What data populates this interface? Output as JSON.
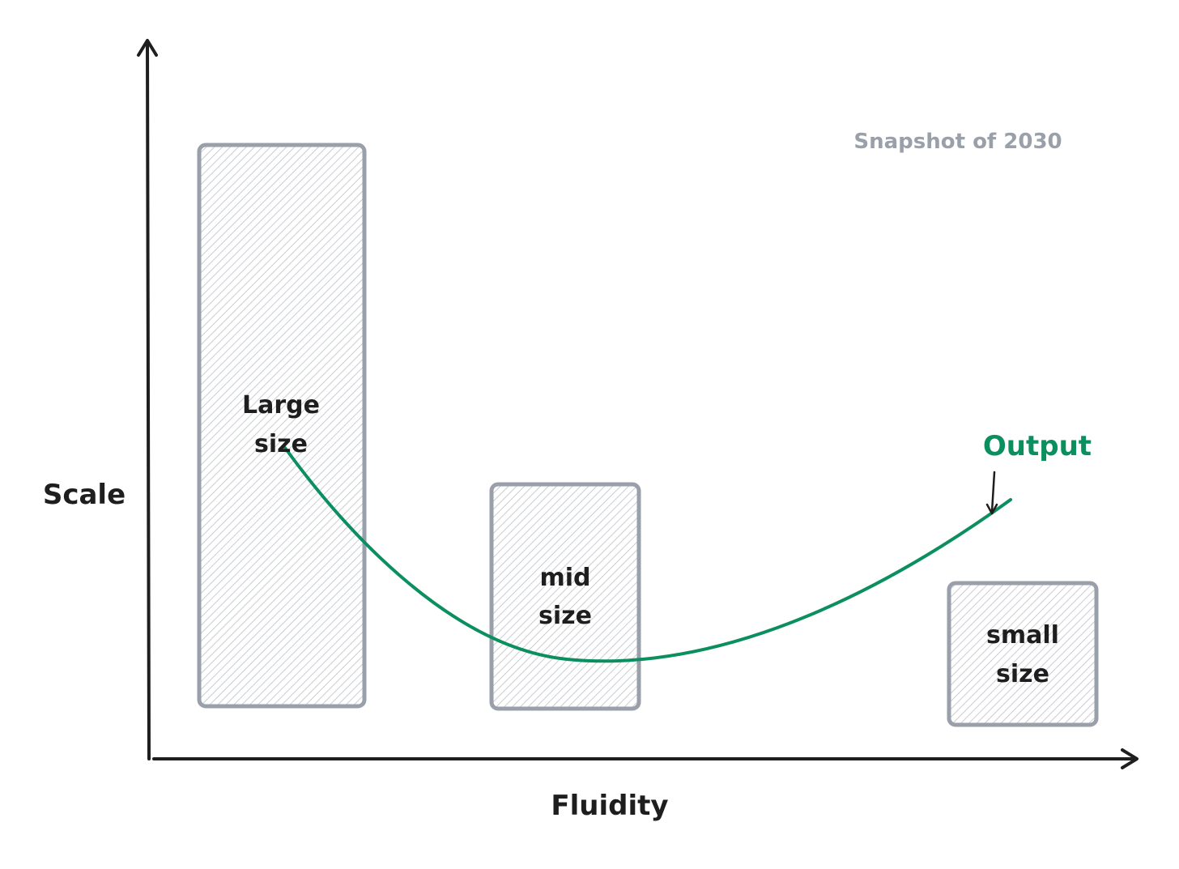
{
  "annotation": "Snapshot of 2030",
  "axes": {
    "x_label": "Fluidity",
    "y_label": "Scale"
  },
  "boxes": [
    {
      "line1": "Large",
      "line2": "size"
    },
    {
      "line1": "mid",
      "line2": "size"
    },
    {
      "line1": "small",
      "line2": "size"
    }
  ],
  "curve": {
    "label": "Output"
  },
  "colors": {
    "ink": "#1e1e1e",
    "box_stroke": "#9aa0aa",
    "box_hatch": "#c9ccd2",
    "curve": "#0b8f5f",
    "annotation": "#9aa0aa"
  }
}
